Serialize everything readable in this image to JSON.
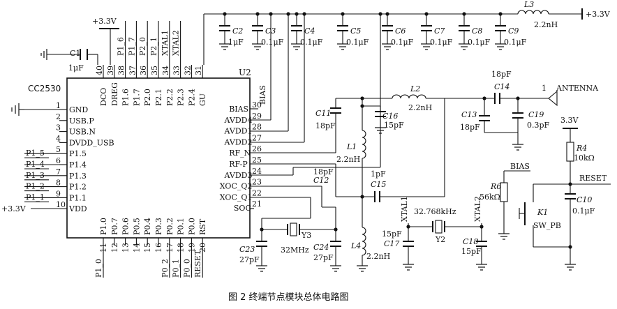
{
  "caption": "图 2   终端节点模块总体电路图",
  "chip": {
    "part": "CC2530",
    "ref": "U2",
    "left_pins": [
      {
        "num": "1",
        "name": "GND",
        "net": ""
      },
      {
        "num": "2",
        "name": "USB.P",
        "net": ""
      },
      {
        "num": "3",
        "name": "USB.N",
        "net": ""
      },
      {
        "num": "4",
        "name": "DVDD_USB",
        "net": ""
      },
      {
        "num": "5",
        "name": "P1.5",
        "net": "P1_5"
      },
      {
        "num": "6",
        "name": "P1.4",
        "net": "P1_4"
      },
      {
        "num": "7",
        "name": "P1.3",
        "net": "P1_3"
      },
      {
        "num": "8",
        "name": "P1.2",
        "net": "P1_2"
      },
      {
        "num": "9",
        "name": "P1.1",
        "net": "P1_1"
      },
      {
        "num": "10",
        "name": "VDD",
        "net": "+3.3V"
      }
    ],
    "right_pins": [
      {
        "num": "30",
        "name": "BIAS"
      },
      {
        "num": "29",
        "name": "AVDD4"
      },
      {
        "num": "28",
        "name": "AVDD1"
      },
      {
        "num": "27",
        "name": "AVDD2"
      },
      {
        "num": "26",
        "name": "RF_N"
      },
      {
        "num": "25",
        "name": "RF-P"
      },
      {
        "num": "24",
        "name": "AVDD3"
      },
      {
        "num": "23",
        "name": "XOC_Q2"
      },
      {
        "num": "22",
        "name": "XOC_Q1"
      },
      {
        "num": "21",
        "name": "SOC"
      }
    ],
    "top_pins": [
      {
        "num": "40",
        "name": "DCO"
      },
      {
        "num": "39",
        "name": "DREG"
      },
      {
        "num": "38",
        "name": "P1.6"
      },
      {
        "num": "37",
        "name": "P1.7"
      },
      {
        "num": "36",
        "name": "P2.0"
      },
      {
        "num": "35",
        "name": "P2.1"
      },
      {
        "num": "34",
        "name": "P2.2"
      },
      {
        "num": "33",
        "name": "P2.3"
      },
      {
        "num": "32",
        "name": "P2.4"
      },
      {
        "num": "31",
        "name": "GU"
      }
    ],
    "top_nets": [
      "",
      "",
      "P1_6",
      "P1_7",
      "P2_0",
      "P2_1",
      "XTAL1",
      "XTAL2",
      "",
      ""
    ],
    "bottom_pins": [
      {
        "num": "11",
        "name": "P1.0"
      },
      {
        "num": "12",
        "name": "P0.7"
      },
      {
        "num": "13",
        "name": "P0.6"
      },
      {
        "num": "14",
        "name": "P0.5"
      },
      {
        "num": "15",
        "name": "P0.4"
      },
      {
        "num": "16",
        "name": "P0.3"
      },
      {
        "num": "17",
        "name": "P0.2"
      },
      {
        "num": "18",
        "name": "P0.1"
      },
      {
        "num": "19",
        "name": "P0.0"
      },
      {
        "num": "20",
        "name": "RST"
      }
    ],
    "bottom_nets": [
      "P1_0",
      "",
      "",
      "",
      "",
      "",
      "P0_2",
      "P0_1",
      "P0_0",
      "RESET"
    ]
  },
  "labels": {
    "vcc_top_left": "+3.3V",
    "vcc_right": "+3.3V",
    "vcc_reset": "3.3V",
    "antenna": "ANTENNA",
    "antenna_pin": "1",
    "bias_net": "BIAS",
    "reset_net": "RESET",
    "xtal1_net": "XTAL1",
    "xtal2_net": "XTAL2"
  },
  "components": {
    "C1": {
      "ref": "C1",
      "value": "1μF"
    },
    "C2": {
      "ref": "C2",
      "value": "1μF"
    },
    "C3": {
      "ref": "C3",
      "value": "0.1μF"
    },
    "C4": {
      "ref": "C4",
      "value": "0.1μF"
    },
    "C5": {
      "ref": "C5",
      "value": "0.1μF"
    },
    "C6": {
      "ref": "C6",
      "value": "0.1μF"
    },
    "C7": {
      "ref": "C7",
      "value": "0.1μF"
    },
    "C8": {
      "ref": "C8",
      "value": "0.1μF"
    },
    "C9": {
      "ref": "C9",
      "value": "0.1μF"
    },
    "L3": {
      "ref": "L3",
      "value": "2.2nH"
    },
    "L2": {
      "ref": "L2",
      "value": "2.2nH"
    },
    "L1": {
      "ref": "L1",
      "value": "2.2nH"
    },
    "L4": {
      "ref": "L4",
      "value": "2.2nH"
    },
    "C11": {
      "ref": "C11",
      "value": "18pF"
    },
    "C12": {
      "ref": "C12",
      "value": "18pF"
    },
    "C13": {
      "ref": "C13",
      "value": "18pF"
    },
    "C14": {
      "ref": "C14",
      "value": "18pF"
    },
    "C15": {
      "ref": "C15",
      "value": "1pF"
    },
    "C16": {
      "ref": "C16",
      "value": "15pF"
    },
    "C17": {
      "ref": "C17",
      "value": "15pF"
    },
    "C18": {
      "ref": "C18",
      "value": "15pF"
    },
    "C19": {
      "ref": "C19",
      "value": "0.3pF"
    },
    "C23": {
      "ref": "C23",
      "value": "27pF"
    },
    "C24": {
      "ref": "C24",
      "value": "27pF"
    },
    "C10": {
      "ref": "C10",
      "value": "0.1μF"
    },
    "R4": {
      "ref": "R4",
      "value": "10kΩ"
    },
    "R6": {
      "ref": "R6",
      "value": "56kΩ"
    },
    "Y3": {
      "ref": "Y3",
      "value": "32MHz"
    },
    "Y2": {
      "ref": "Y2",
      "value": "32.768kHz"
    },
    "K1": {
      "ref": "K1",
      "value": "SW_PB"
    }
  }
}
